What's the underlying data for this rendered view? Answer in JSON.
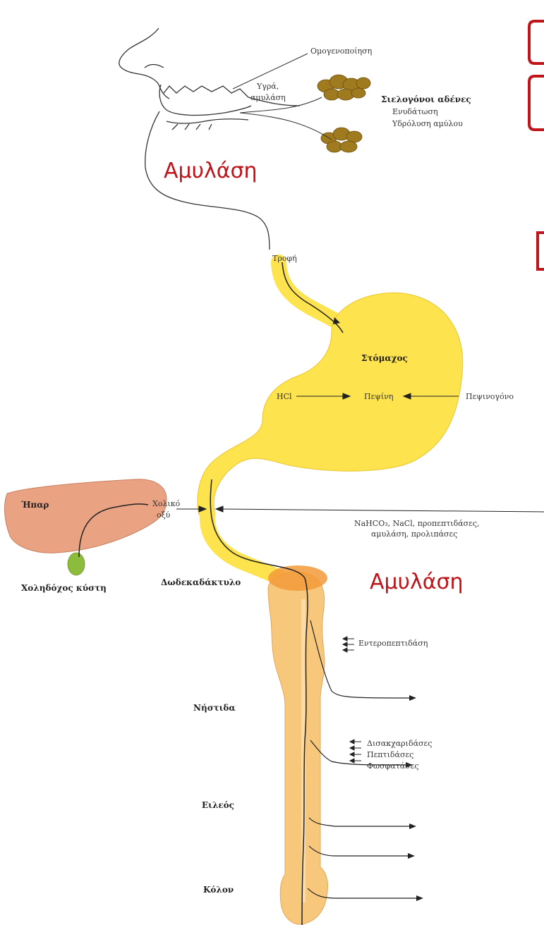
{
  "labels": {
    "homogenization": "Ομογενοποίηση",
    "moist_line1": "Υγρά,",
    "moist_line2": "αμυλάση",
    "salivary_glands": "Σιελογόνοι αδένες",
    "hydration": "Ενυδάτωση",
    "starch_hydrolysis": "Υδρόλυση αμύλου",
    "food": "Τροφή",
    "stomach": "Στόμαχος",
    "hcl": "HCl",
    "pepsin": "Πεψίνη",
    "pepsinogen": "Πεψινογόνο",
    "liver": "Ήπαρ",
    "bile_line1": "Χολικό",
    "bile_line2": "οξύ",
    "gallbladder": "Χοληδόχος κύστη",
    "pancreatic_line1": "NaHCO₃, NaCl, προπεπτιδάσες,",
    "pancreatic_line2": "αμυλάση, προλιπάσες",
    "duodenum": "Δωδεκαδάκτυλο",
    "enteropeptidase": "Εντεροπεπτιδάση",
    "jejunum": "Νήστιδα",
    "disaccharidases": "Δισακχαριδάσες",
    "peptidases": "Πεπτιδάσες",
    "phosphatases": "Φωσφατάσες",
    "ileum": "Ειλεός",
    "colon": "Κόλον"
  },
  "annotations": {
    "amylase_top": "Αμυλάση",
    "amylase_bottom": "Αμυλάση"
  },
  "colors": {
    "stomach": "#fde34e",
    "intestine": "#f7c77c",
    "duodenum_cap": "#f39a3a",
    "liver": "#e9a383",
    "gallbladder": "#8dbb3c",
    "gland": "#a07a1f",
    "annotation": "#c0141b"
  }
}
